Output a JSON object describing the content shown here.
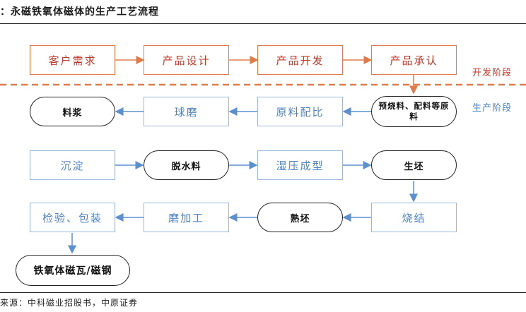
{
  "title": "：永磁铁氧体磁体的生产工艺流程",
  "stages": {
    "dev": "开发阶段",
    "prod": "生产阶段"
  },
  "dev_steps": [
    "客户需求",
    "产品设计",
    "产品开发",
    "产品承认"
  ],
  "prod_nodes": {
    "preburn": "预烧料、配料等原料",
    "ratio": "原料配比",
    "ballmill": "球磨",
    "slurry": "料浆",
    "settle": "沉淀",
    "dewater": "脱水料",
    "wetpress": "湿压成型",
    "green": "生坯",
    "sinter": "烧结",
    "fired": "熟坯",
    "grind": "磨加工",
    "inspect": "检验、包装",
    "product": "铁氧体磁瓦/磁钢"
  },
  "source": "来源：中科磁业招股书，中原证券",
  "colors": {
    "orange": "#e07b4a",
    "red": "#c0392b",
    "blue": "#4f84c4",
    "blue_border": "#9ab7dc"
  }
}
